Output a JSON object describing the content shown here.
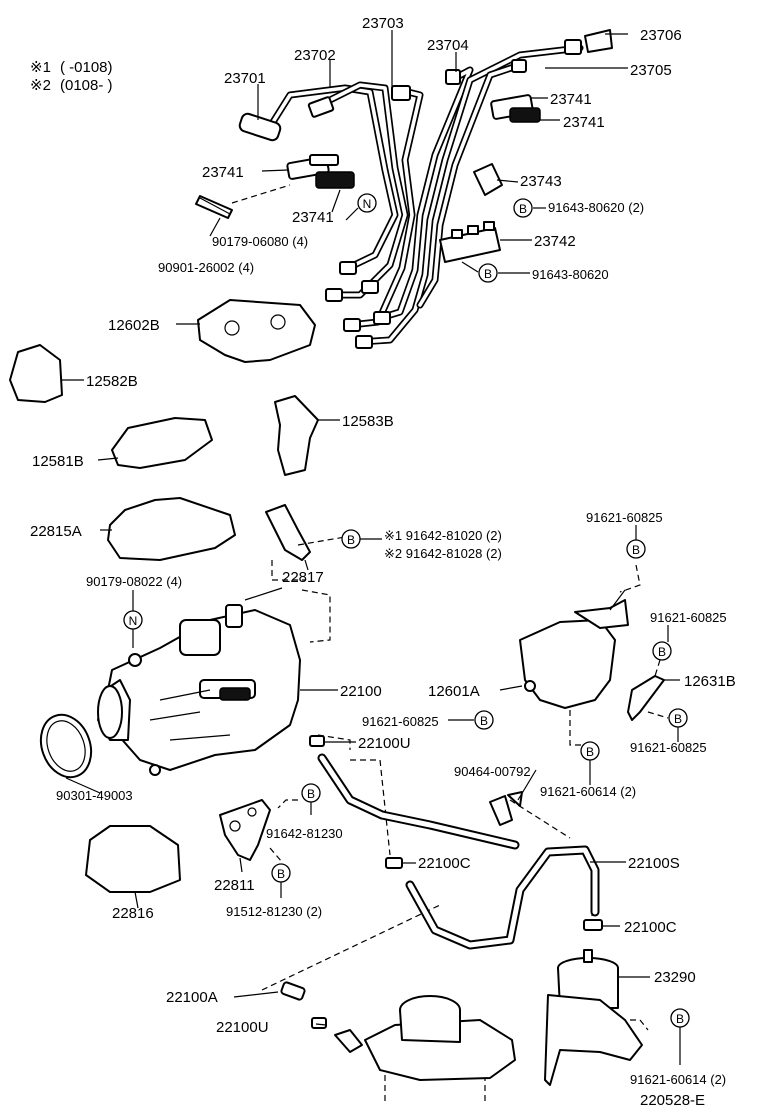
{
  "notes": [
    {
      "mark": "※1",
      "range": "(        -0108)"
    },
    {
      "mark": "※2",
      "range": "(0108-          )"
    }
  ],
  "markers": {
    "bolt": "B",
    "nut": "N"
  },
  "labels": {
    "p23703": "23703",
    "p23704": "23704",
    "p23706": "23706",
    "p23702": "23702",
    "p23705": "23705",
    "p23701": "23701",
    "p23741_a": "23741",
    "p23741_b": "23741",
    "p23741_c": "23741",
    "p23741_d": "23741",
    "p23743": "23743",
    "p91643_80620_2": "91643-80620 (2)",
    "p90179_06080": "90179-06080 (4)",
    "p23742": "23742",
    "p90901_26002": "90901-26002 (4)",
    "p91643_80620": "91643-80620",
    "p12602B": "12602B",
    "p12582B": "12582B",
    "p12583B": "12583B",
    "p12581B": "12581B",
    "p22815A": "22815A",
    "p91642_81020": "※1 91642-81020 (2)",
    "p91642_81028": "※2 91642-81028 (2)",
    "p91621_60825_top": "91621-60825",
    "p90179_08022": "90179-08022 (4)",
    "p22817": "22817",
    "p91621_60825_r": "91621-60825",
    "p22100": "22100",
    "p12601A": "12601A",
    "p12631B": "12631B",
    "p91621_60825_mid": "91621-60825",
    "p22100U_a": "22100U",
    "p91621_60825_br": "91621-60825",
    "p90464_00792": "90464-00792",
    "p90301_49003": "90301-49003",
    "p91621_60614_2a": "91621-60614 (2)",
    "p91642_81230": "91642-81230",
    "p22100C_a": "22100C",
    "p22100S": "22100S",
    "p22816": "22816",
    "p22811": "22811",
    "p91512_81230": "91512-81230 (2)",
    "p22100C_b": "22100C",
    "p23290": "23290",
    "p22100A": "22100A",
    "p22100U_b": "22100U",
    "p91621_60614_2b": "91621-60614 (2)",
    "figure_id": "220528-E"
  }
}
